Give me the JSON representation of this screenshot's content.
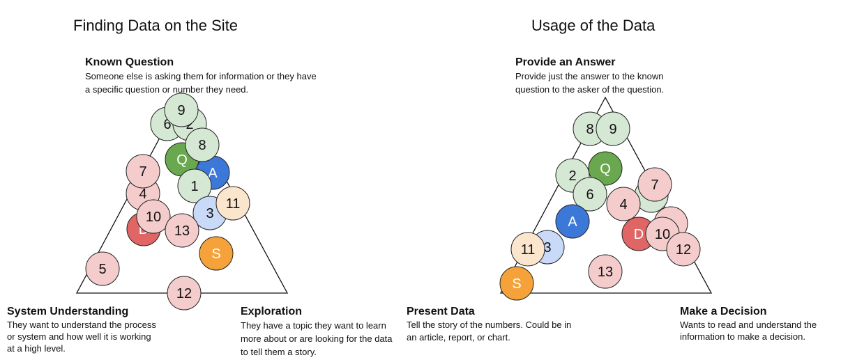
{
  "colors": {
    "light_green": "#d5e8d4",
    "dark_green": "#6aa84f",
    "blue": "#3c78d8",
    "light_blue": "#c9daf8",
    "light_red": "#f4cccc",
    "red": "#e06666",
    "peach": "#fce5cd",
    "orange": "#f6a23a"
  },
  "left": {
    "title": "Finding Data on the Site",
    "top": {
      "heading": "Known Question",
      "text": "Someone else is asking them for information or they have a specific question or number they need."
    },
    "bottom_left": {
      "heading": "System Understanding",
      "text": "They want to understand the process or system and how well it is working at a high level."
    },
    "bottom_right": {
      "heading": "Exploration",
      "text": "They have a topic they want to learn more about or are looking for the data to tell them a story."
    },
    "bubbles": [
      {
        "label": "6",
        "color": "light_green"
      },
      {
        "label": "2",
        "color": "light_green"
      },
      {
        "label": "9",
        "color": "light_green"
      },
      {
        "label": "Q",
        "color": "dark_green"
      },
      {
        "label": "A",
        "color": "blue"
      },
      {
        "label": "8",
        "color": "light_green"
      },
      {
        "label": "4",
        "color": "light_red"
      },
      {
        "label": "7",
        "color": "light_red"
      },
      {
        "label": "1",
        "color": "light_green"
      },
      {
        "label": "D",
        "color": "red"
      },
      {
        "label": "10",
        "color": "light_red"
      },
      {
        "label": "3",
        "color": "light_blue"
      },
      {
        "label": "11",
        "color": "peach"
      },
      {
        "label": "13",
        "color": "light_red"
      },
      {
        "label": "S",
        "color": "orange"
      },
      {
        "label": "5",
        "color": "light_red"
      },
      {
        "label": "12",
        "color": "light_red"
      }
    ]
  },
  "right": {
    "title": "Usage of the Data",
    "top": {
      "heading": "Provide an Answer",
      "text": "Provide just the answer to the known question to the asker of the question."
    },
    "bottom_left": {
      "heading": "Present Data",
      "text": "Tell the story of the numbers.  Could be in an article, report, or chart."
    },
    "bottom_right": {
      "heading": "Make a Decision",
      "text": "Wants to read and understand the information to make a decision."
    },
    "bubbles": [
      {
        "label": "8",
        "color": "light_green"
      },
      {
        "label": "9",
        "color": "light_green"
      },
      {
        "label": "Q",
        "color": "dark_green"
      },
      {
        "label": "2",
        "color": "light_green"
      },
      {
        "label": "6",
        "color": "light_green"
      },
      {
        "label": "",
        "color": "light_green"
      },
      {
        "label": "7",
        "color": "light_red"
      },
      {
        "label": "4",
        "color": "light_red"
      },
      {
        "label": "",
        "color": "light_red"
      },
      {
        "label": "D",
        "color": "red"
      },
      {
        "label": "10",
        "color": "light_red"
      },
      {
        "label": "12",
        "color": "light_red"
      },
      {
        "label": "A",
        "color": "blue"
      },
      {
        "label": "3",
        "color": "light_blue"
      },
      {
        "label": "11",
        "color": "peach"
      },
      {
        "label": "S",
        "color": "orange"
      },
      {
        "label": "13",
        "color": "light_red"
      }
    ]
  }
}
